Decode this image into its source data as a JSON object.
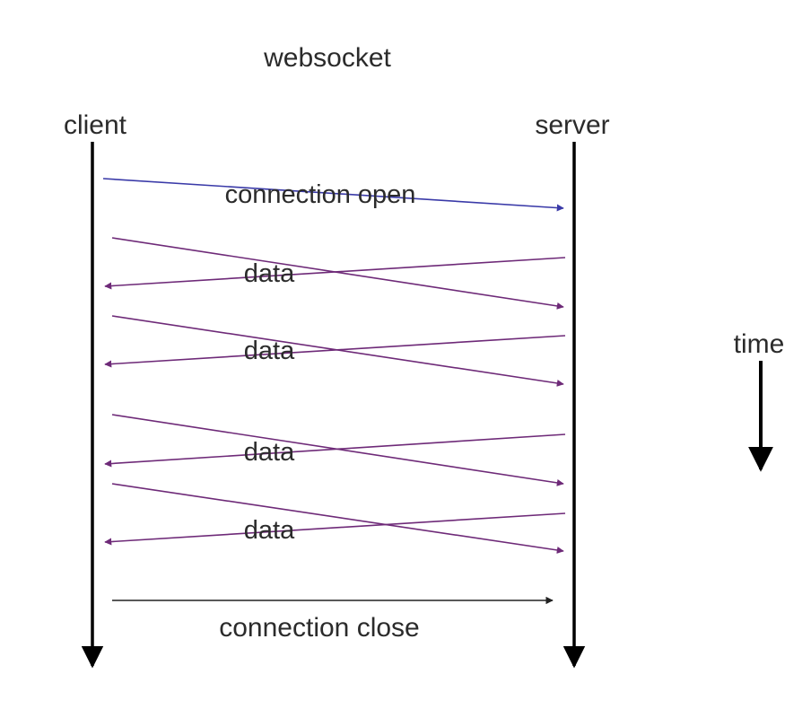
{
  "diagram": {
    "title": "websocket",
    "participants": {
      "client": "client",
      "server": "server"
    },
    "time_label": "time",
    "messages": [
      {
        "label": "connection open",
        "from": "client",
        "to": "server",
        "color": "#3a3aa8"
      },
      {
        "label": "data",
        "from": "client",
        "to": "server",
        "color": "#6e2a78"
      },
      {
        "label": "data",
        "from": "client",
        "to": "server",
        "color": "#6e2a78"
      },
      {
        "label": "data",
        "from": "client",
        "to": "server",
        "color": "#6e2a78"
      },
      {
        "label": "data",
        "from": "client",
        "to": "server",
        "color": "#6e2a78"
      },
      {
        "label": "connection close",
        "from": "client",
        "to": "server",
        "color": "#222222"
      }
    ],
    "colors": {
      "lifeline": "#000000",
      "open_arrow": "#3a3aa8",
      "data_arrow": "#6e2a78",
      "close_arrow": "#222222",
      "text": "#2b2b2b"
    }
  }
}
